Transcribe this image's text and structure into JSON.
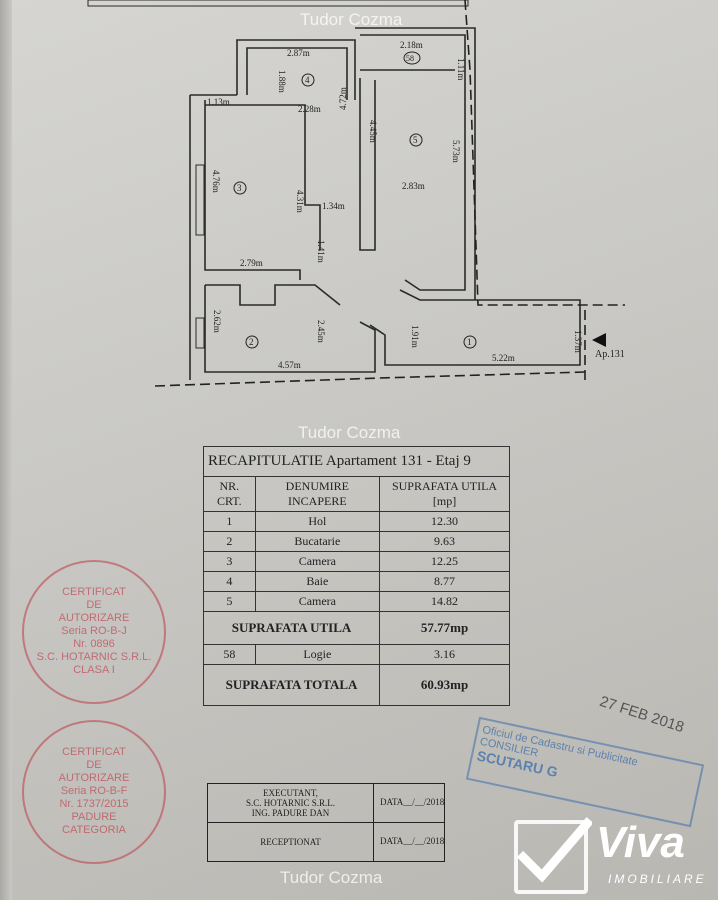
{
  "watermark": "Tudor Cozma",
  "plan": {
    "rooms": [
      "1",
      "2",
      "3",
      "4",
      "5",
      "58"
    ],
    "dims": {
      "d287": "2.87m",
      "d218": "2.18m",
      "d111": "1.11m",
      "d188": "1.88m",
      "d228": "2.28m",
      "d113": "1.13m",
      "d472": "4.72m",
      "d445": "4.45m",
      "d573": "5.73m",
      "d476": "4.76m",
      "d431": "4.31m",
      "d283": "2.83m",
      "d134": "1.34m",
      "d279": "2.79m",
      "d141": "1.41m",
      "d262": "2.62m",
      "d245": "2.45m",
      "d191": "1.91m",
      "d457": "4.57m",
      "d522": "5.22m",
      "d137": "1.37m"
    },
    "entrance_label": "Ap.131"
  },
  "table": {
    "title": "RECAPITULATIE  Apartament 131 - Etaj 9",
    "headers": [
      "NR. CRT.",
      "DENUMIRE INCAPERE",
      "SUPRAFATA UTILA [mp]"
    ],
    "rows": [
      {
        "nr": "1",
        "name": "Hol",
        "area": "12.30"
      },
      {
        "nr": "2",
        "name": "Bucatarie",
        "area": "9.63"
      },
      {
        "nr": "3",
        "name": "Camera",
        "area": "12.25"
      },
      {
        "nr": "4",
        "name": "Baie",
        "area": "8.77"
      },
      {
        "nr": "5",
        "name": "Camera",
        "area": "14.82"
      }
    ],
    "util_label": "SUPRAFATA UTILA",
    "util_value": "57.77mp",
    "extra": {
      "nr": "58",
      "name": "Logie",
      "area": "3.16"
    },
    "total_label": "SUPRAFATA TOTALA",
    "total_value": "60.93mp"
  },
  "signature": {
    "executant": [
      "EXECUTANT,",
      "S.C. HOTARNIC S.R.L.",
      "ING. PADURE DAN"
    ],
    "date1": "DATA__/__/2018",
    "receptionat": "RECEPTIONAT",
    "date2": "DATA__/__/2018"
  },
  "stamps": {
    "left": [
      "CERTIFICAT",
      "DE",
      "AUTORIZARE",
      "Seria RO-B-J",
      "Nr. 0896",
      "S.C. HOTARNIC S.R.L.",
      "CLASA I"
    ],
    "middle": [
      "CERTIFICAT",
      "DE",
      "AUTORIZARE",
      "Seria RO-B-F",
      "Nr. 1737/2015",
      "PADURE",
      "CATEGORIA"
    ],
    "blue": [
      "Oficiul de Cadastru si Publicitate",
      "CONSILIER",
      "SCUTARU G"
    ],
    "date": "27 FEB 2018"
  },
  "logo": {
    "name": "Viva",
    "sub": "IMOBILIARE"
  }
}
